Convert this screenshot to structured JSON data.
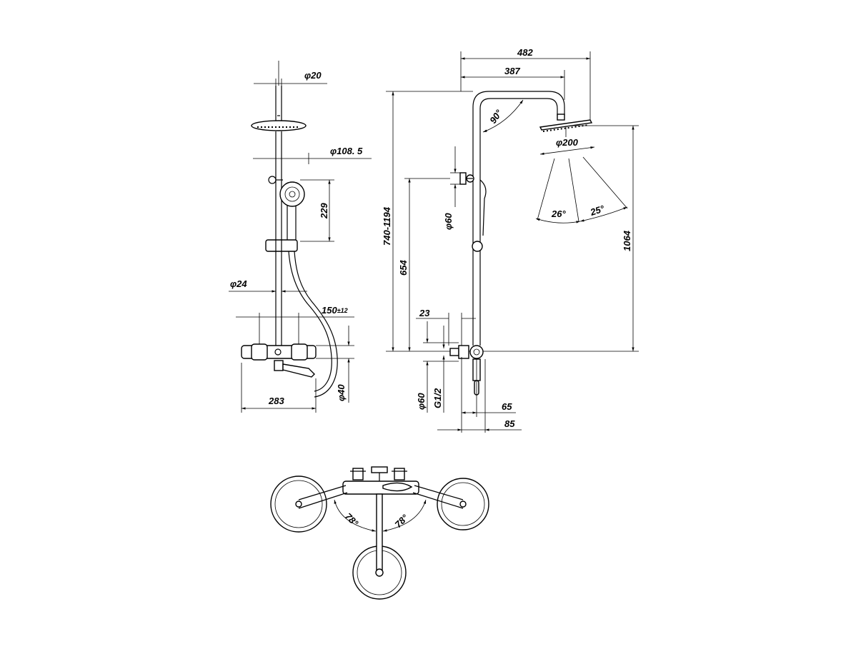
{
  "dimensions": {
    "front": {
      "top_pipe_dia": "φ20",
      "hand_shower_dia": "φ108. 5",
      "hand_shower_height": "229",
      "rail_dia": "φ24",
      "center_distance": "150±12",
      "center_distance_base": "150",
      "center_distance_tol": "±12",
      "mixer_width": "283",
      "spout_dia": "φ40"
    },
    "side": {
      "total_reach": "482",
      "arm_reach": "387",
      "arm_angle": "90°",
      "head_dia": "φ200",
      "spray_angle_left": "26°",
      "spray_angle_right": "25°",
      "adjust_height": "740-1194",
      "bracket_dia": "φ60",
      "bracket_height": "654",
      "total_height": "1064",
      "mount_offset": "23",
      "escutcheon_dia": "φ60",
      "thread": "G1/2",
      "depth_1": "65",
      "depth_2": "85"
    },
    "top": {
      "angle_left": "78°",
      "angle_right": "78°"
    }
  }
}
